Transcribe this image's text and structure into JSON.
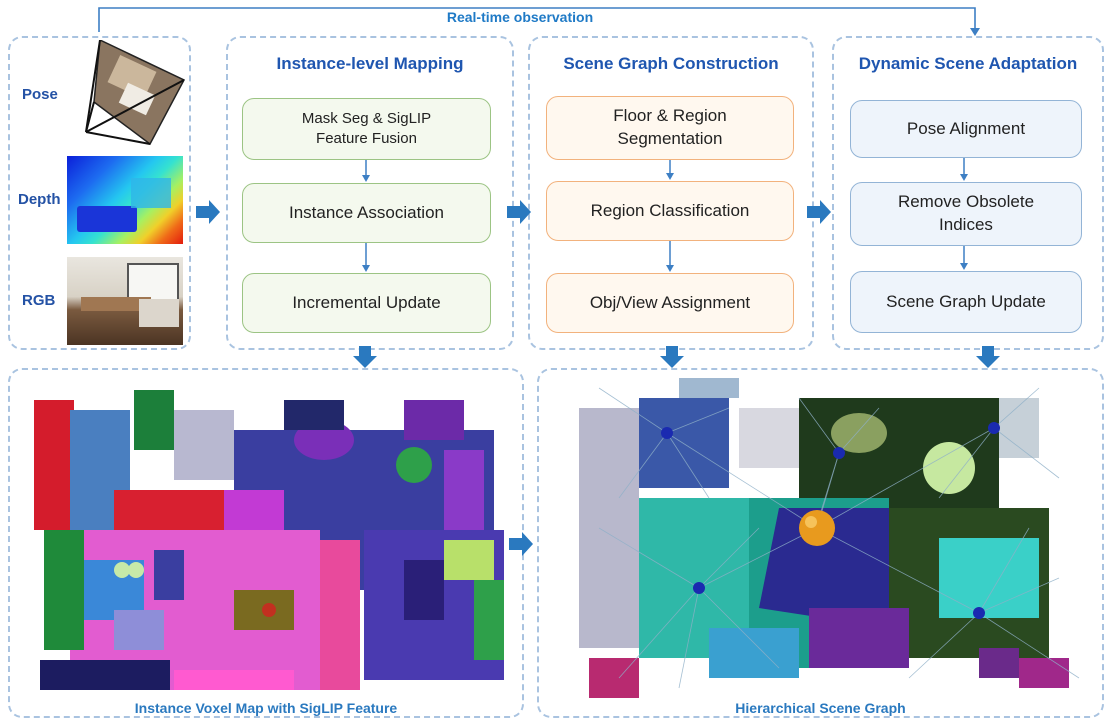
{
  "top_arrow_label": "Real-time observation",
  "inputs": {
    "pose_label": "Pose",
    "depth_label": "Depth",
    "rgb_label": "RGB"
  },
  "instance_mapping": {
    "title": "Instance-level Mapping",
    "steps": [
      "Mask Seg & SigLIP",
      "Feature Fusion",
      "Instance Association",
      "Incremental Update"
    ]
  },
  "scene_graph": {
    "title": "Scene Graph Construction",
    "steps": [
      "Floor & Region",
      "Segmentation",
      "Region Classification",
      "Obj/View Assignment"
    ]
  },
  "dynamic": {
    "title": "Dynamic Scene Adaptation",
    "steps": [
      "Pose Alignment",
      "Remove Obsolete",
      "Indices",
      "Scene Graph Update"
    ]
  },
  "bottom_left_caption": "Instance Voxel Map with SigLIP Feature",
  "bottom_right_caption": "Hierarchical Scene Graph",
  "colors": {
    "accent": "#1f56b0",
    "arrow": "#2a79bf",
    "dashed_border": "#a9c3e0"
  }
}
